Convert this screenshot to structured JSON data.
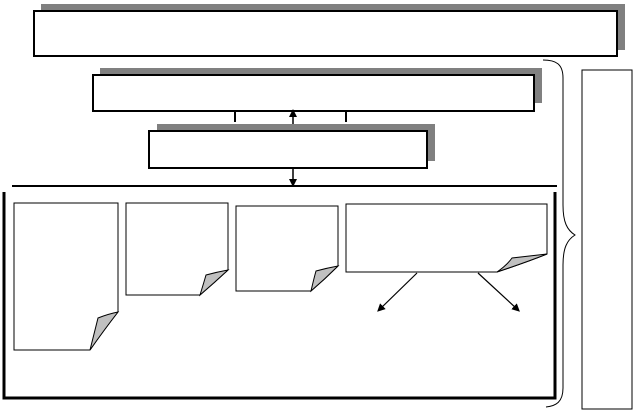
{
  "diagram": {
    "stroke_color": "#000000",
    "shadow_color": "#808080",
    "fold_color": "#c0c0c0",
    "background_color": "#ffffff",
    "arrows": [
      {
        "from": "middle-box",
        "to": "second-box",
        "direction": "up"
      },
      {
        "from": "middle-box",
        "to": "content-panel",
        "direction": "down"
      },
      {
        "from": "wide-page",
        "to": "lower-left",
        "direction": "down-left"
      },
      {
        "from": "wide-page",
        "to": "lower-right",
        "direction": "down-right"
      }
    ]
  }
}
